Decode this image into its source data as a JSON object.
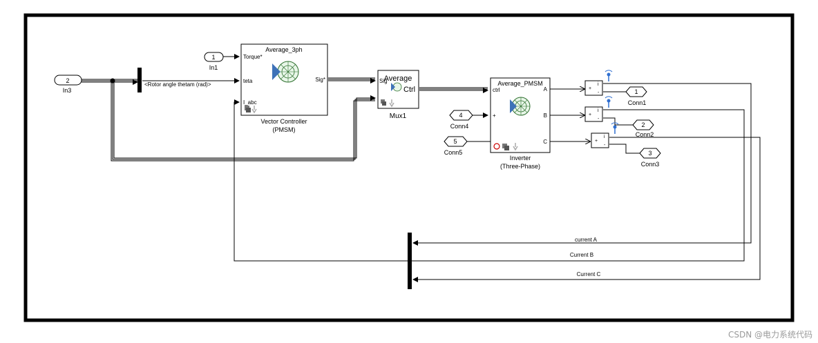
{
  "ports": {
    "in3": {
      "num": "2",
      "name": "In3"
    },
    "in1": {
      "num": "1",
      "name": "In1"
    },
    "conn4": {
      "num": "4",
      "name": "Conn4"
    },
    "conn5": {
      "num": "5",
      "name": "Conn5"
    },
    "conn1": {
      "num": "1",
      "name": "Conn1"
    },
    "conn2": {
      "num": "2",
      "name": "Conn2"
    },
    "conn3": {
      "num": "3",
      "name": "Conn3"
    }
  },
  "bus_selector": {
    "signal": "<Rotor angle thetam (rad)>"
  },
  "vector_controller": {
    "title": "Average_3ph",
    "ports_in": [
      "Torque*",
      "teta",
      "I_abc"
    ],
    "port_out": "Sig*",
    "caption1": "Vector Controller",
    "caption2": "(PMSM)"
  },
  "mux": {
    "title": "Average",
    "label": "Ctrl",
    "port_in": "Sig",
    "caption": "Mux1"
  },
  "inverter": {
    "title": "Average_PMSM",
    "port_ctrl": "ctrl",
    "port_plus": "+",
    "ports_out": [
      "A",
      "B",
      "C"
    ],
    "caption1": "Inverter",
    "caption2": "(Three-Phase)"
  },
  "current_sensor": {
    "plus": "+",
    "i": "i",
    "minus": "-"
  },
  "signals": {
    "a": "current A",
    "b": "Current B",
    "c": "Current C"
  },
  "watermark": "CSDN @电力系统代码"
}
